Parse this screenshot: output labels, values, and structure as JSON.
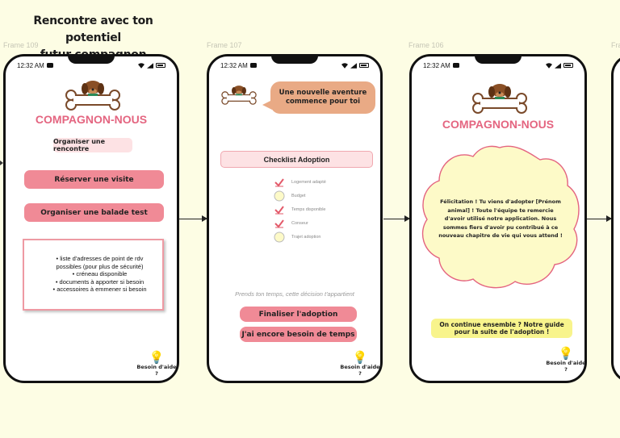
{
  "heading_line1": "Rencontre avec ton potentiel",
  "heading_line2": "futur compagnon",
  "status_time": "12:32 AM",
  "frames": [
    {
      "label": "Frame 109",
      "brand": "COMPAGNON-NOUS",
      "tag": "Organiser une rencontre",
      "button1": "Réserver une visite",
      "button2": "Organiser une balade test",
      "bullets": [
        "liste d'adresses de point de rdv possibles (pour plus de sécurité)",
        "créneau disponible",
        "documents à apporter si besoin",
        "accessoires à emmener si besoin"
      ],
      "help": "Besoin d'aide ?"
    },
    {
      "label": "Frame 107",
      "bubble": "Une nouvelle aventure commence pour toi",
      "checklist_title": "Checklist Adoption",
      "checklist": [
        {
          "label": "Logement adapté",
          "checked": true
        },
        {
          "label": "Budget",
          "checked": false
        },
        {
          "label": "Temps disponible",
          "checked": true
        },
        {
          "label": "Conseur",
          "checked": true
        },
        {
          "label": "Trajet adoption",
          "checked": false
        }
      ],
      "note": "Prends ton temps, cette décision t'appartient",
      "button1": "Finaliser l'adoption",
      "button2": "J'ai encore besoin de temps",
      "help": "Besoin d'aide ?"
    },
    {
      "label": "Frame 106",
      "brand": "COMPAGNON-NOUS",
      "congrats": "Félicitation ! Tu viens d'adopter [Prénom animal] ! Toute l'équipe te remercie d'avoir utilisé notre application. Nous sommes fiers d'avoir pu contribué à ce nouveau chapitre de vie qui vous attend !",
      "guide": "On continue ensemble ? Notre guide pour la suite de l'adoption !",
      "help": "Besoin d'aide ?"
    },
    {
      "label": "Frame"
    }
  ],
  "colors": {
    "background": "#fdfde4",
    "brand": "#e46580",
    "button": "#f08a96",
    "bubble": "#e9aa85",
    "guide": "#f8f48c",
    "cloud": "#fdfac8"
  }
}
